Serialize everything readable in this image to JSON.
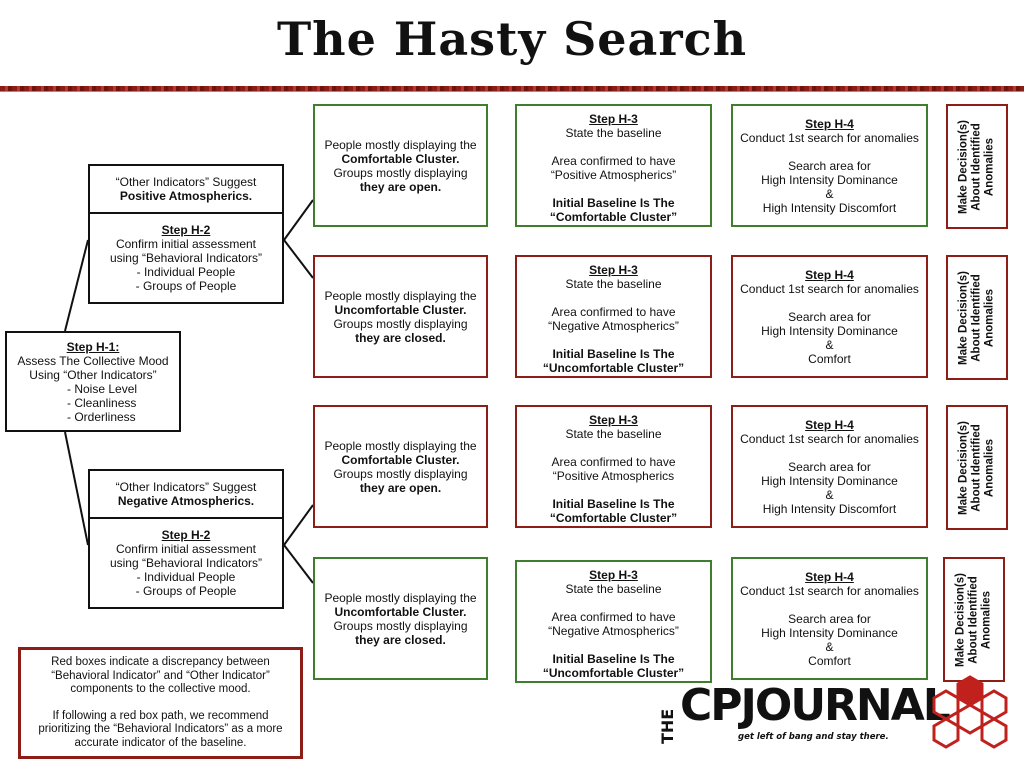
{
  "title": "The Hasty Search",
  "h1": {
    "step": "Step H-1:",
    "lines": [
      "Assess The Collective Mood",
      "Using “Other Indicators”",
      "- Noise Level",
      "- Cleanliness",
      "- Orderliness"
    ]
  },
  "branches": [
    {
      "indicator_pre": "“Other Indicators” Suggest",
      "indicator_bold": "Positive Atmospherics.",
      "h2": {
        "step": "Step H-2",
        "lines": [
          "Confirm initial assessment",
          "using “Behavioral Indicators”",
          "- Individual People",
          "- Groups of People"
        ]
      },
      "rows": [
        {
          "cluster": {
            "l1": "People mostly displaying the",
            "l2": "Comfortable Cluster.",
            "l3": "Groups mostly displaying",
            "l4": "they are open."
          },
          "h3": {
            "step": "Step H-3",
            "l1": "State the baseline",
            "l2": "Area confirmed to have",
            "l3": "“Positive Atmospherics”",
            "b1": "Initial Baseline Is The",
            "b2": "“Comfortable Cluster”"
          },
          "h4": {
            "step": "Step H-4",
            "l1": "Conduct 1st search for anomalies",
            "l2": "Search area for",
            "l3": "High Intensity Dominance",
            "l4": "&",
            "l5": "High Intensity Discomfort"
          },
          "decision": {
            "l1": "Make Decision(s)",
            "l2": "About Identified",
            "l3": "Anomalies"
          }
        },
        {
          "cluster": {
            "l1": "People mostly displaying the",
            "l2": "Uncomfortable Cluster.",
            "l3": "Groups mostly displaying",
            "l4": "they are closed."
          },
          "h3": {
            "step": "Step H-3",
            "l1": "State the baseline",
            "l2": "Area confirmed to have",
            "l3": "“Negative Atmospherics”",
            "b1": "Initial Baseline Is The",
            "b2": "“Uncomfortable Cluster”"
          },
          "h4": {
            "step": "Step H-4",
            "l1": "Conduct 1st search for anomalies",
            "l2": "Search area for",
            "l3": "High Intensity Dominance",
            "l4": "&",
            "l5": "Comfort"
          },
          "decision": {
            "l1": "Make Decision(s)",
            "l2": "About Identified",
            "l3": "Anomalies"
          }
        }
      ]
    },
    {
      "indicator_pre": "“Other Indicators” Suggest",
      "indicator_bold": "Negative Atmospherics.",
      "h2": {
        "step": "Step H-2",
        "lines": [
          "Confirm initial assessment",
          "using “Behavioral Indicators”",
          "- Individual People",
          "- Groups of People"
        ]
      },
      "rows": [
        {
          "cluster": {
            "l1": "People mostly displaying the",
            "l2": "Comfortable Cluster.",
            "l3": "Groups mostly displaying",
            "l4": "they are open."
          },
          "h3": {
            "step": "Step H-3",
            "l1": "State the baseline",
            "l2": "Area confirmed to have",
            "l3": "“Positive Atmospherics",
            "b1": "Initial Baseline Is The",
            "b2": "“Comfortable Cluster”"
          },
          "h4": {
            "step": "Step H-4",
            "l1": "Conduct 1st search for anomalies",
            "l2": "Search area for",
            "l3": "High Intensity Dominance",
            "l4": "&",
            "l5": "High Intensity Discomfort"
          },
          "decision": {
            "l1": "Make Decision(s)",
            "l2": "About Identified",
            "l3": "Anomalies"
          }
        },
        {
          "cluster": {
            "l1": "People mostly displaying the",
            "l2": "Uncomfortable Cluster.",
            "l3": "Groups mostly displaying",
            "l4": "they are closed."
          },
          "h3": {
            "step": "Step H-3",
            "l1": "State the baseline",
            "l2": "Area confirmed to have",
            "l3": "“Negative Atmospherics”",
            "b1": "Initial Baseline Is The",
            "b2": "“Uncomfortable Cluster”"
          },
          "h4": {
            "step": "Step H-4",
            "l1": "Conduct 1st search for anomalies",
            "l2": "Search area for",
            "l3": "High Intensity Dominance",
            "l4": "&",
            "l5": "Comfort"
          },
          "decision": {
            "l1": "Make Decision(s)",
            "l2": "About Identified",
            "l3": "Anomalies"
          }
        }
      ]
    }
  ],
  "legend": {
    "p1": "Red boxes indicate a discrepancy between “Behavioral Indicator” and “Other Indicator” components to the collective mood.",
    "p2": "If following a red box path, we recommend prioritizing the “Behavioral Indicators” as a more accurate indicator of the baseline."
  },
  "logo": {
    "the": "THE",
    "name": "CPJOURNAL",
    "tagline": "get left of bang and stay there."
  },
  "colors": {
    "green": "#3f7d2f",
    "red": "#8e1d18",
    "black": "#111111"
  }
}
